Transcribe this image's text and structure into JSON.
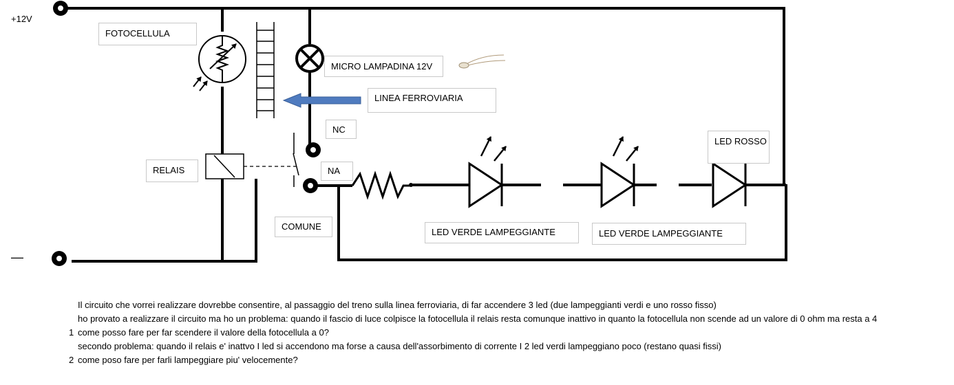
{
  "supply": {
    "positive": "+12V",
    "negative": "—"
  },
  "labels": {
    "fotocellula": "FOTOCELLULA",
    "lampadina": "MICRO  LAMPADINA 12V",
    "linea": "LINEA FERROVIARIA",
    "nc": "NC",
    "na": "NA",
    "relais": "RELAIS",
    "comune": "COMUNE",
    "led_rosso": "LED ROSSO",
    "led_verde_1": "LED VERDE LAMPEGGIANTE",
    "led_verde_2": "LED VERDE LAMPEGGIANTE"
  },
  "notes": {
    "line1": "Il circuito che vorrei realizzare dovrebbe consentire, al passaggio del treno sulla linea ferroviaria, di far accendere 3 led (due lampeggianti verdi e uno rosso fisso)",
    "line2": "ho provato a realizzare il circuito ma ho un problema:   quando il fascio di  luce colpisce la fotocellula il relais resta comunque inattivo in quanto la fotocellula non scende ad un valore di 0 ohm ma resta a 4",
    "q1_num": "1",
    "q1": "come posso fare per far scendere il valore della fotocellula a 0?",
    "line4": "secondo problema: quando il relais e' inattvo I led si accendono ma forse a causa dell'assorbimento di corrente I 2 led verdi lampeggiano poco (restano quasi fissi)",
    "q2_num": "2",
    "q2": "come poso fare per farli lampeggiare piu' velocemente?"
  },
  "colors": {
    "arrow": "#4f7bbf",
    "wire": "#000000",
    "label_border": "#c8c8c8"
  }
}
